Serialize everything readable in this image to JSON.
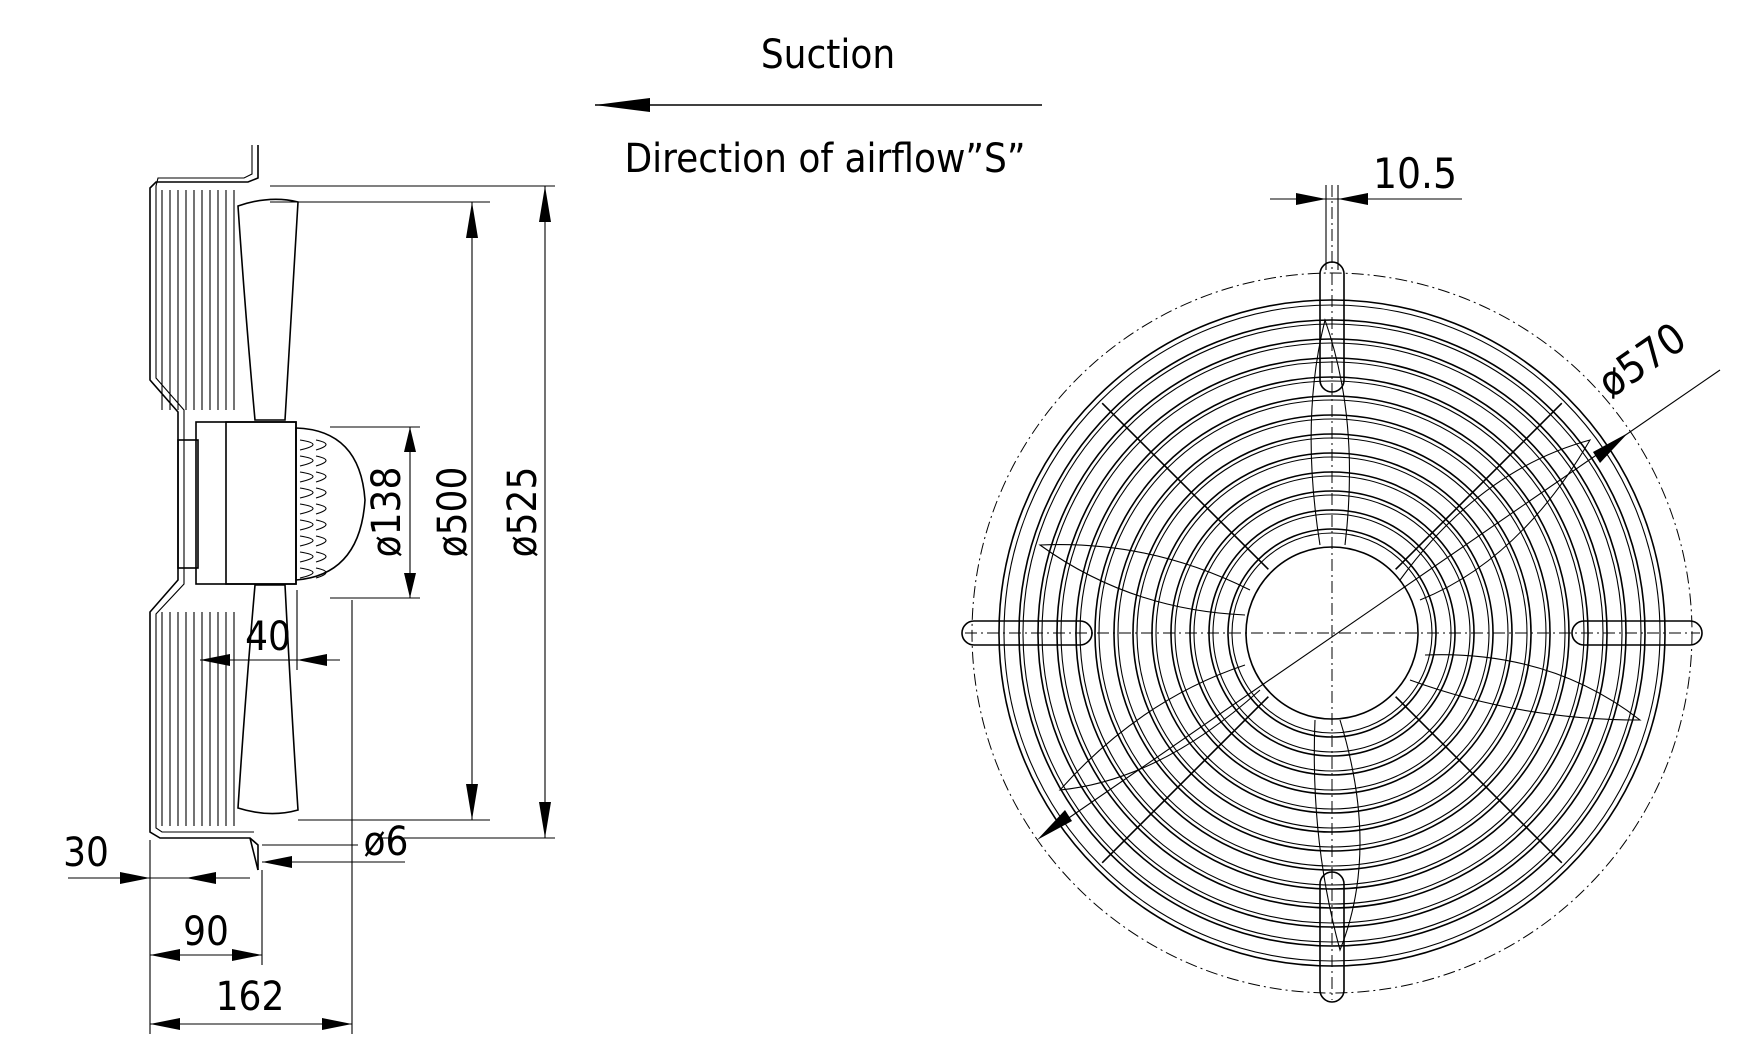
{
  "header": {
    "suction_label": "Suction",
    "airflow_label": "Direction of airflow”S”"
  },
  "side_view": {
    "dim_hub": "ø138",
    "dim_blade": "ø500",
    "dim_ring": "ø525",
    "dim_depth_40": "40",
    "dim_hole": "ø6",
    "dim_flange_30": "30",
    "dim_depth_90": "90",
    "dim_depth_162": "162"
  },
  "front_view": {
    "dim_slot": "10.5",
    "dim_guard": "ø570"
  }
}
